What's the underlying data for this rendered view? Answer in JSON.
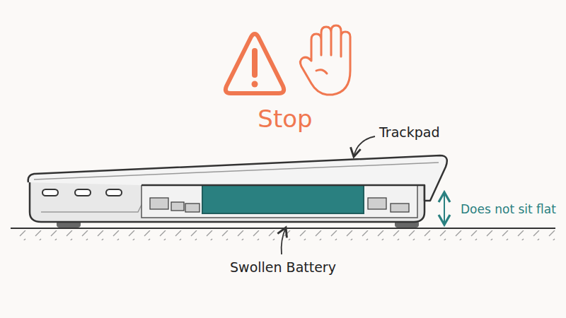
{
  "diagram": {
    "labels": [
      "Stop",
      "Trackpad",
      "Swollen Battery",
      "Does not sit flat"
    ]
  }
}
